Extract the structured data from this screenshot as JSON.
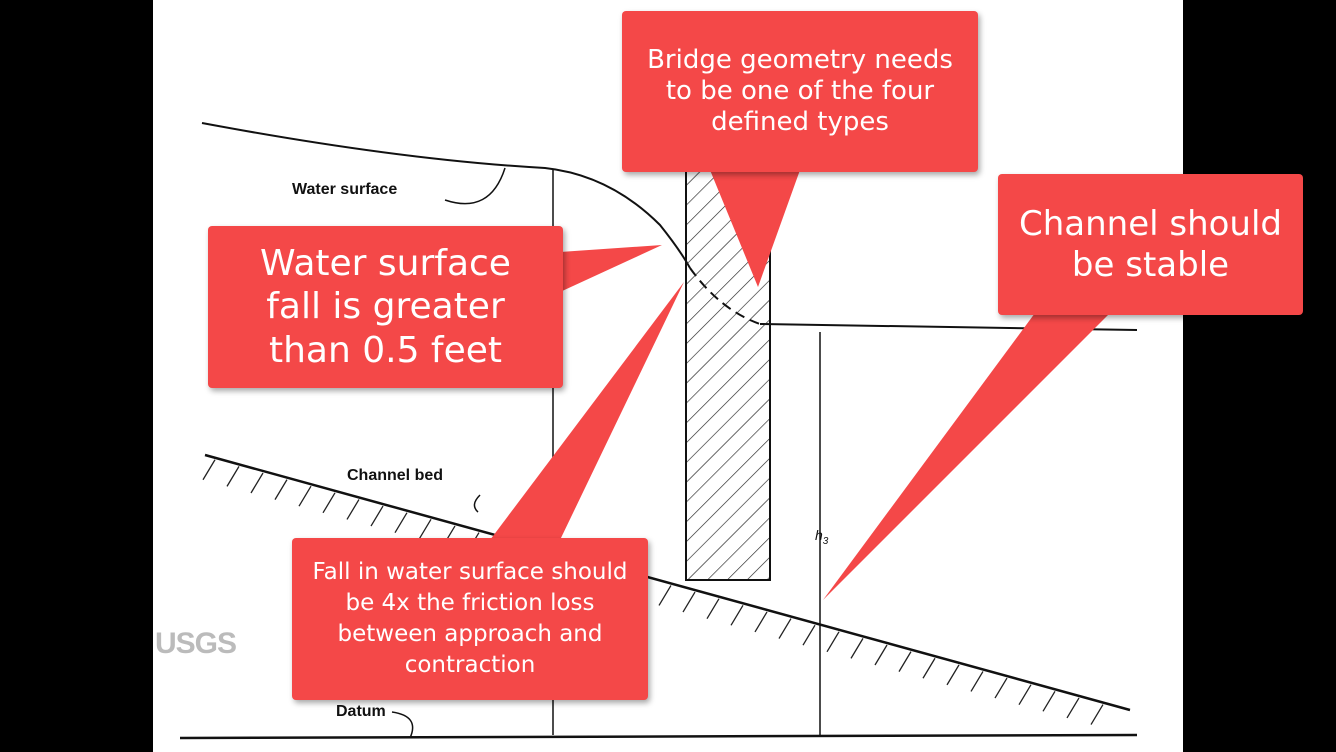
{
  "diagram": {
    "labels": {
      "water_surface": "Water surface",
      "channel_bed": "Channel bed",
      "datum": "Datum",
      "h3": "h",
      "h3_sub": "3"
    },
    "logo": "USGS"
  },
  "callouts": {
    "bridge_geometry": "Bridge geometry needs to be one of the four defined types",
    "water_fall": "Water surface fall is greater than 0.5 feet",
    "channel_stable": "Channel should be stable",
    "friction_loss": "Fall in water surface should be 4x the friction loss between approach and contraction"
  },
  "colors": {
    "callout": "#f44848",
    "background": "#000000"
  }
}
